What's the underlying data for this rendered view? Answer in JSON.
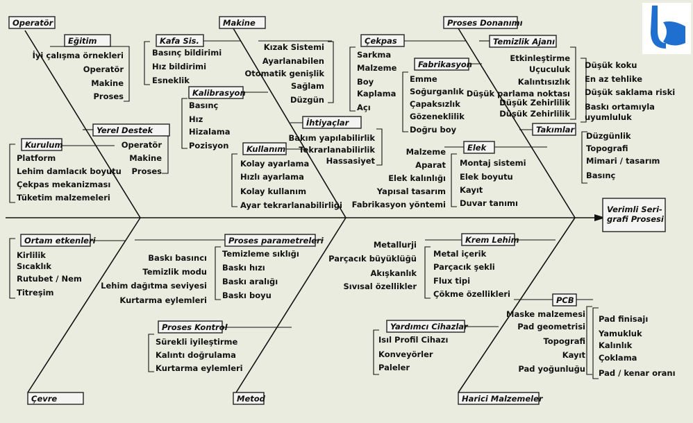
{
  "colors": {
    "background": "#e9ecde",
    "line": "#111111",
    "box": "#f4f4f2",
    "logo_blue": "#1f6fd1"
  },
  "effect": {
    "label": "Verimli Seri-\ngrafi Prosesi"
  },
  "categories": {
    "operator": {
      "label": "Operatör"
    },
    "makine": {
      "label": "Makine"
    },
    "proses_donanimi": {
      "label": "Proses Donanımı"
    },
    "cevre": {
      "label": "Çevre"
    },
    "metod": {
      "label": "Metod"
    },
    "harici_malzemeler": {
      "label": "Harici Malzemeler"
    }
  },
  "groups": {
    "egitim": {
      "label": "Eğitim",
      "items": [
        "İyi çalışma örnekleri",
        "Operatör",
        "Makine",
        "Proses"
      ]
    },
    "yerel_destek": {
      "label": "Yerel Destek",
      "items": [
        "Operatör",
        "Makine",
        "Proses"
      ]
    },
    "kurulum": {
      "label": "Kurulum",
      "items": [
        "Platform",
        "Lehim damlacık boyutu",
        "Çekpas mekanizması",
        "Tüketim malzemeleri"
      ]
    },
    "kafa_sis": {
      "label": "Kafa Sis.",
      "items": [
        "Basınç bildirimi",
        "Hız bildirimi",
        "Esneklik"
      ]
    },
    "kalibrasyon": {
      "label": "Kalibrasyon",
      "items": [
        "Basınç",
        "Hız",
        "Hizalama",
        "Pozisyon"
      ]
    },
    "kizak": {
      "items": [
        "Kızak Sistemi",
        "Ayarlanabilen",
        "Otomatik genişlik",
        "Sağlam",
        "Düzgün"
      ]
    },
    "kullanim": {
      "label": "Kullanım",
      "items": [
        "Kolay ayarlama",
        "Hızlı ayarlama",
        "Kolay kullanım",
        "Ayar tekrarlanabilirliği"
      ]
    },
    "ihtiyaclar": {
      "label": "İhtiyaçlar",
      "items": [
        "Bakım yapılabilirlik",
        "Tekrarlanabilirlik",
        "Hassasiyet"
      ]
    },
    "cekpas": {
      "label": "Çekpas",
      "items": [
        "Sarkma",
        "Malzeme",
        "Boy",
        "Kaplama",
        "Açı"
      ]
    },
    "fabrikasyon": {
      "label": "Fabrikasyon",
      "items": [
        "Emme",
        "Soğurganlık",
        "Çapaksızlık",
        "Gözeneklilik",
        "Doğru boy"
      ]
    },
    "temizlik_ajani": {
      "label": "Temizlik Ajanı",
      "items": [
        "Etkinleştirme",
        "Uçuculuk",
        "Kalıntısızlık",
        "Düşük parlama noktası",
        "Düşük Zehirlilik"
      ]
    },
    "temizlik_right": {
      "items": [
        "Düşük koku",
        "En az tehlike",
        "Düşük saklama riski",
        "Baskı ortamıyla uyumluluk"
      ]
    },
    "takimlar": {
      "label": "Takımlar",
      "items": [
        "Düzgünlik",
        "Topografi",
        "Mimari / tasarım",
        "Basınç"
      ]
    },
    "elek_left": {
      "items": [
        "Malzeme",
        "Aparat",
        "Elek kalınlığı",
        "Yapısal tasarım",
        "Fabrikasyon yöntemi"
      ]
    },
    "elek": {
      "label": "Elek",
      "items": [
        "Montaj sistemi",
        "Elek boyutu",
        "Kayıt",
        "Duvar tanımı"
      ]
    },
    "ortam": {
      "label": "Ortam etkenleri",
      "items": [
        "Kirlilik",
        "Sıcaklık",
        "Rutubet / Nem",
        "Titreşim"
      ]
    },
    "proses_param_left": {
      "items": [
        "Baskı basıncı",
        "Temizlik modu",
        "Lehim dağıtma seviyesi",
        "Kurtarma eylemleri"
      ]
    },
    "proses_param": {
      "label": "Proses parametreleri",
      "items": [
        "Temizleme sıklığı",
        "Baskı hızı",
        "Baskı aralığı",
        "Baskı boyu"
      ]
    },
    "proses_kontrol": {
      "label": "Proses Kontrol",
      "items": [
        "Sürekli iyileştirme",
        "Kalıntı doğrulama",
        "Kurtarma eylemleri"
      ]
    },
    "krem_left": {
      "items": [
        "Metallurji",
        "Parçacık büyüklüğü",
        "Akışkanlık",
        "Sıvısal özellikler"
      ]
    },
    "krem_lehim": {
      "label": "Krem Lehim",
      "items": [
        "Metal içerik",
        "Parçacık şekli",
        "Flux tipi",
        "Çökme özellikleri"
      ]
    },
    "yardimci": {
      "label": "Yardımcı Cihazlar",
      "items": [
        "Isıl Profil Cihazı",
        "Konveyörler",
        "Paleler"
      ]
    },
    "pcb": {
      "label": "PCB",
      "items": [
        "Maske malzemesi",
        "Pad geometrisi",
        "Topografi",
        "Kayıt",
        "Pad yoğunluğu"
      ]
    },
    "pcb_right": {
      "items": [
        "Pad finisajı",
        "Yamukluk",
        "Kalınlık",
        "Çoklama",
        "Pad / kenar oranı"
      ]
    }
  }
}
